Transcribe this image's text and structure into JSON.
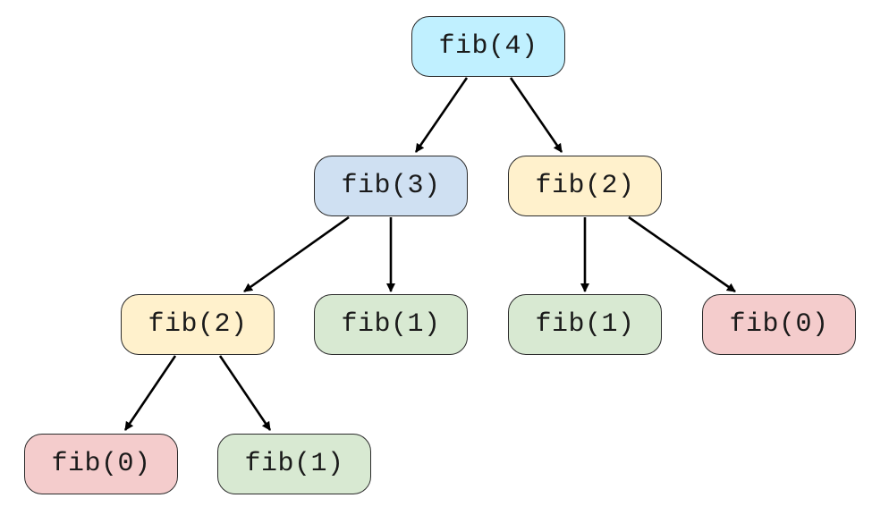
{
  "colors": {
    "root": "#c0f0ff",
    "fib3": "#cfe0f2",
    "fib2": "#fff1cc",
    "fib1": "#d8e9d2",
    "fib0": "#f4cccc",
    "edge": "#000000"
  },
  "nodes": [
    {
      "id": "n1",
      "label": "fib(4)",
      "color": "root"
    },
    {
      "id": "n2",
      "label": "fib(3)",
      "color": "fib3"
    },
    {
      "id": "n3",
      "label": "fib(2)",
      "color": "fib2"
    },
    {
      "id": "n4",
      "label": "fib(2)",
      "color": "fib2"
    },
    {
      "id": "n5",
      "label": "fib(1)",
      "color": "fib1"
    },
    {
      "id": "n6",
      "label": "fib(1)",
      "color": "fib1"
    },
    {
      "id": "n7",
      "label": "fib(0)",
      "color": "fib0"
    },
    {
      "id": "n8",
      "label": "fib(0)",
      "color": "fib0"
    },
    {
      "id": "n9",
      "label": "fib(1)",
      "color": "fib1"
    }
  ],
  "edges": [
    {
      "from": "n1",
      "to": "n2"
    },
    {
      "from": "n1",
      "to": "n3"
    },
    {
      "from": "n2",
      "to": "n4"
    },
    {
      "from": "n2",
      "to": "n5"
    },
    {
      "from": "n3",
      "to": "n6"
    },
    {
      "from": "n3",
      "to": "n7"
    },
    {
      "from": "n4",
      "to": "n8"
    },
    {
      "from": "n4",
      "to": "n9"
    }
  ]
}
